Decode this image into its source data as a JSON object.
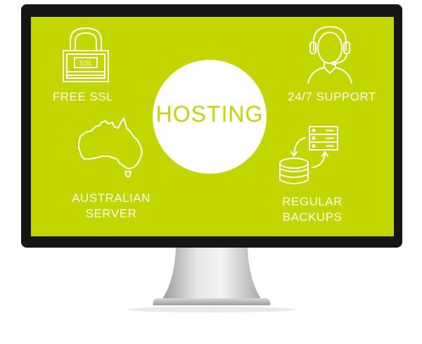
{
  "center": {
    "title": "HOSTING"
  },
  "features": {
    "ssl": {
      "label": "FREE SSL",
      "badge": "SSL",
      "icon": "padlock-icon"
    },
    "support": {
      "label": "24/7 SUPPORT",
      "icon": "headset-agent-icon"
    },
    "server": {
      "label_line1": "AUSTRALIAN",
      "label_line2": "SERVER",
      "icon": "australia-map-icon"
    },
    "backups": {
      "label_line1": "REGULAR",
      "label_line2": "BACKUPS",
      "icon": "database-backup-icon"
    }
  },
  "colors": {
    "screen": "#c3d600",
    "bezel": "#151515",
    "icon_stroke": "#ffffff"
  }
}
